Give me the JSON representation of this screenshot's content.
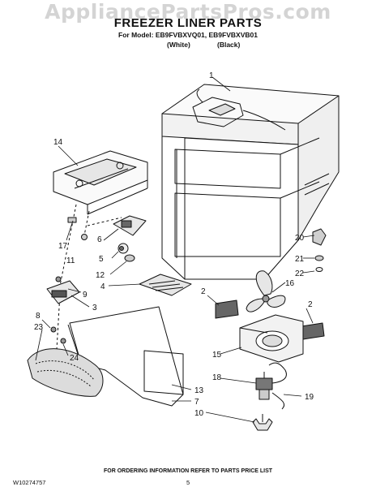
{
  "watermark": "AppliancePartsPros.com",
  "header": {
    "title": "FREEZER LINER PARTS",
    "model_line": "For Model: EB9FVBXVQ01, EB9FVBXVB01",
    "color_white": "(White)",
    "color_black": "(Black)"
  },
  "callouts": [
    "1",
    "14",
    "17",
    "6",
    "11",
    "5",
    "12",
    "4",
    "9",
    "3",
    "8",
    "23",
    "24",
    "13",
    "7",
    "10",
    "20",
    "21",
    "22",
    "16",
    "2",
    "2",
    "15",
    "18",
    "19"
  ],
  "footer": {
    "note": "FOR ORDERING INFORMATION REFER TO PARTS PRICE LIST",
    "doc_id": "W10274757",
    "page": "5"
  },
  "colors": {
    "ink": "#111111",
    "watermark": "#d4d4d4",
    "paper": "#ffffff"
  }
}
